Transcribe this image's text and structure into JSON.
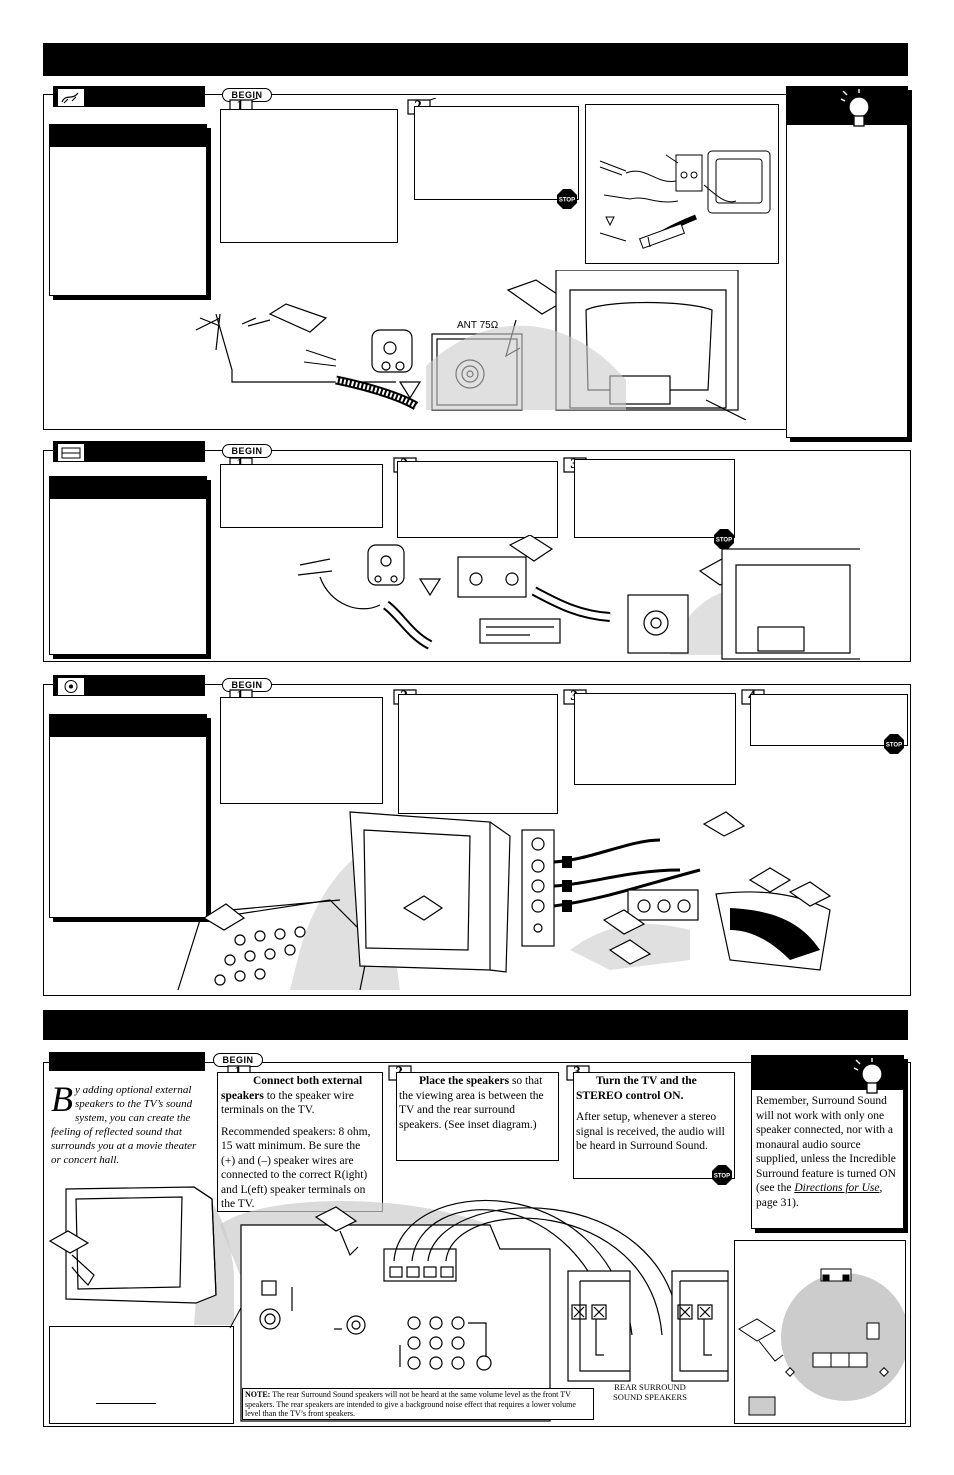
{
  "sections": {
    "antenna": {
      "begin_label": "BEGIN",
      "steps": [
        "1",
        "2"
      ],
      "connector_label": "ANT 75Ω"
    },
    "vcr": {
      "begin_label": "BEGIN",
      "steps": [
        "1",
        "2",
        "3"
      ]
    },
    "camcorder": {
      "begin_label": "BEGIN",
      "steps": [
        "1",
        "2",
        "3",
        "4"
      ]
    },
    "surround": {
      "begin_label": "BEGIN",
      "intro_drop_cap": "B",
      "intro_text": "y adding optional external speakers to the TV’s sound system, you can create the feeling of reflected sound that surrounds you at a movie theater or concert hall.",
      "step1_bold": "Connect both external speakers",
      "step1_rest": " to the speaker wire terminals on the TV.",
      "step1_para2": "Recommended speakers: 8 ohm, 15 watt minimum. Be sure the (+) and (–) speaker wires are connected to the correct R(ight) and L(eft) speaker terminals on the TV.",
      "step2_bold": "Place the speakers",
      "step2_rest": " so that the viewing area is between the TV and the rear surround speakers. (See inset diagram.)",
      "step3_bold": "Turn the TV and the STEREO control ON.",
      "step3_para2": "After setup, whenever a stereo signal is received, the audio will be heard in Surround Sound.",
      "tip_text_a": "Remember, Surround Sound will not work with only one speaker connected, nor with a monaural audio source supplied, unless the Incredible Surround feature is turned ON (see the ",
      "tip_link": "Directions for Use",
      "tip_text_b": ", page 31).",
      "rear_label_1": "REAR SURROUND",
      "rear_label_2": "SOUND SPEAKERS",
      "note_label": "NOTE:",
      "note_text": " The rear Surround Sound speakers will not be heard at the same volume level as the front TV speakers. The rear speakers are intended to give a background noise effect that requires a lower volume level than the TV’s front speakers."
    }
  },
  "stop_label": "STOP"
}
